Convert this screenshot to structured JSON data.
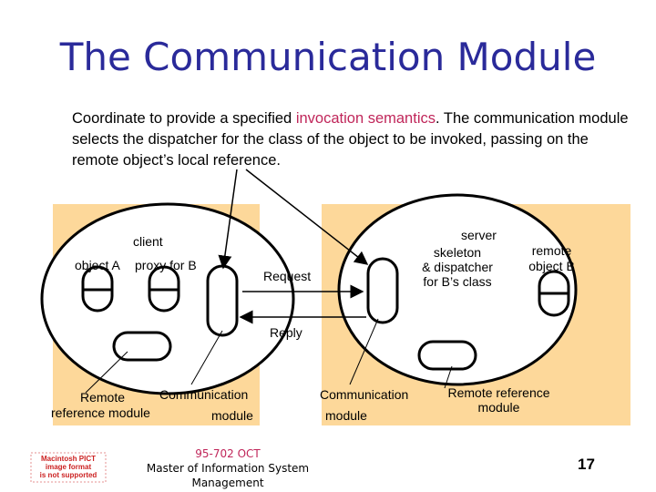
{
  "title": "The Communication Module",
  "description": {
    "before": "Coordinate to provide a specified ",
    "highlight": "invocation semantics",
    "after": ". The communication module selects the dispatcher for the class of the object to be invoked, passing on the remote object’s local reference."
  },
  "diagram": {
    "client_label": "client",
    "server_label": "server",
    "object_a": "object A",
    "proxy_b": "proxy for B",
    "request": "Request",
    "reply": "Reply",
    "skeleton_line1": "skeleton",
    "skeleton_line2": "& dispatcher",
    "skeleton_line3": "for B’s class",
    "remote_object_line1": "remote",
    "remote_object_line2": "object B",
    "client_comm_line1": "Communication",
    "client_comm_line2": "module",
    "client_ref_line1": "Remote",
    "client_ref_line2": "reference module",
    "server_comm_line1": "Communication",
    "server_comm_line2": "module",
    "server_ref_line1": "Remote reference",
    "server_ref_line2": "module"
  },
  "footer": {
    "course": "95-702 OCT",
    "program_line1": "Master of Information System",
    "program_line2": "Management",
    "page_number": "17"
  },
  "placeholder_image": {
    "line1": "Macintosh PICT",
    "line2": "image format",
    "line3": "is not supported"
  },
  "colors": {
    "title": "#2a2a9a",
    "highlight": "#c0265a",
    "panel": "#fdd89a",
    "placeholder_text": "#cc2222"
  }
}
